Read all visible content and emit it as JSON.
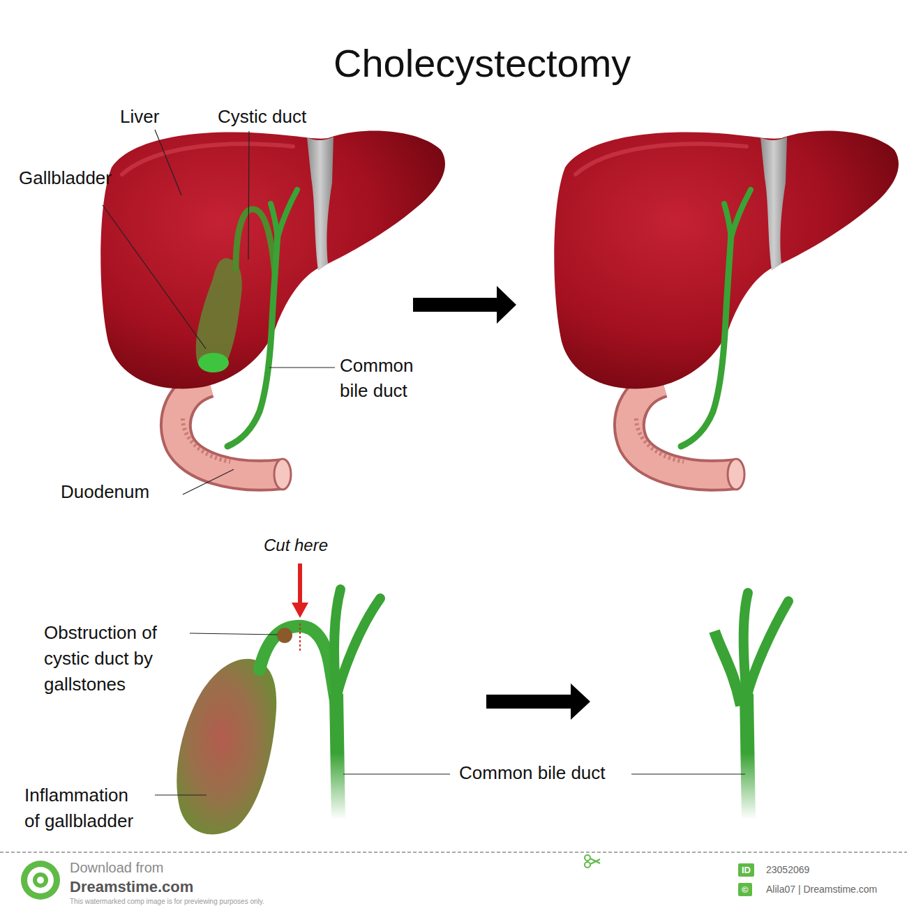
{
  "diagram": {
    "title": "Cholecystectomy",
    "labels": [
      "Liver",
      "Cystic duct",
      "Gallbladder",
      "Common bile duct",
      "Duodenum",
      "Cut here",
      "Obstruction of cystic duct by gallstones",
      "Inflammation of gallbladder",
      "Common bile duct",
      "Download from",
      "Dreamstime.com",
      "This watermarked comp image is for previewing purposes only.",
      "ID",
      "23052069",
      "©",
      "Alila07 | Dreamstime.com"
    ]
  }
}
